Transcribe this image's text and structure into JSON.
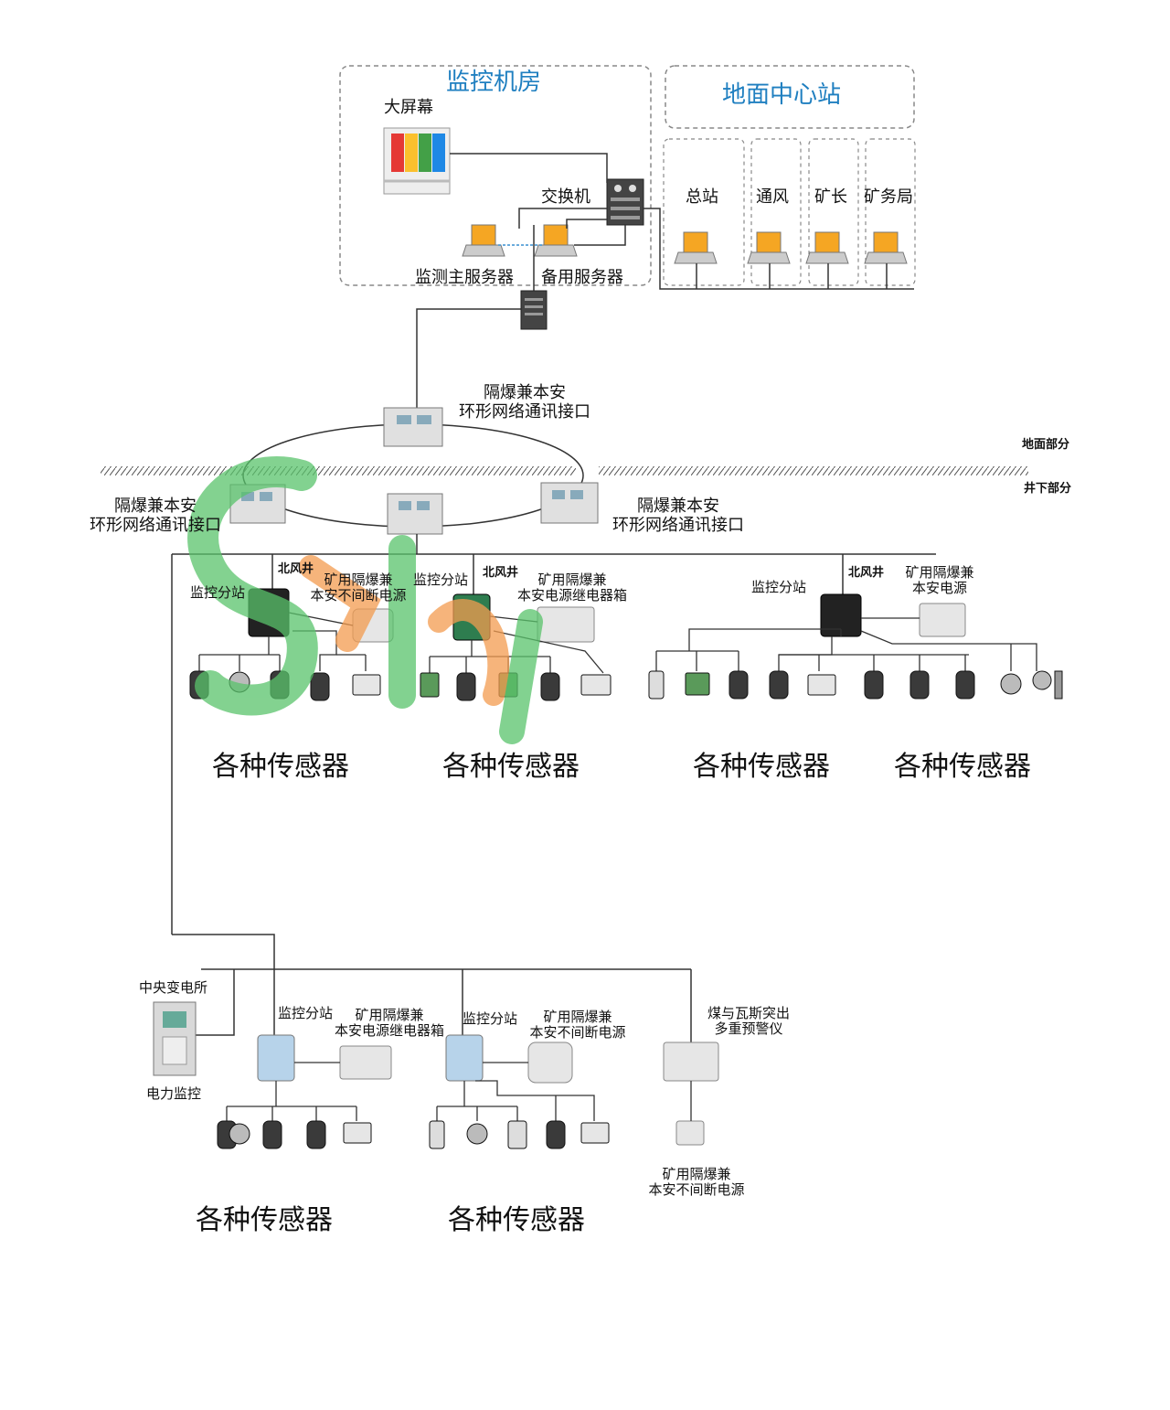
{
  "top": {
    "monitor_room_title": "监控机房",
    "big_screen": "大屏幕",
    "switch": "交换机",
    "main_server": "监测主服务器",
    "backup_server": "备用服务器",
    "ground_center_title": "地面中心站",
    "stations": [
      "总站",
      "通风",
      "矿长",
      "矿务局"
    ]
  },
  "ring": {
    "interface_top": [
      "隔爆兼本安",
      "环形网络通讯接口"
    ],
    "interface_left": [
      "隔爆兼本安",
      "环形网络通讯接口"
    ],
    "interface_right": [
      "隔爆兼本安",
      "环形网络通讯接口"
    ],
    "ground_part": "地面部分",
    "underground_part": "井下部分"
  },
  "upper_branch": {
    "substation_1": "监控分站",
    "north_shaft_1": "北风井",
    "power_1": [
      "矿用隔爆兼",
      "本安不间断电源"
    ],
    "substation_2": "监控分站",
    "north_shaft_2": "北风井",
    "power_2": [
      "矿用隔爆兼",
      "本安电源继电器箱"
    ],
    "substation_3": "监控分站",
    "north_shaft_3": "北风井",
    "power_3": [
      "矿用隔爆兼",
      "本安电源"
    ],
    "sensors_labels": [
      "各种传感器",
      "各种传感器",
      "各种传感器",
      "各种传感器"
    ]
  },
  "lower_branch": {
    "central_substation": "中央变电所",
    "power_monitor": "电力监控",
    "substation_4": "监控分站",
    "power_4": [
      "矿用隔爆兼",
      "本安电源继电器箱"
    ],
    "substation_5": "监控分站",
    "power_5": [
      "矿用隔爆兼",
      "本安不间断电源"
    ],
    "warning": [
      "煤与瓦斯突出",
      "多重预警仪"
    ],
    "power_6": [
      "矿用隔爆兼",
      "本安不间断电源"
    ],
    "sensors_labels": [
      "各种传感器",
      "各种传感器"
    ]
  },
  "colors": {
    "title_blue": "#1f7fc0",
    "line": "#333333",
    "device_gray": "#d9d9d9",
    "device_dark": "#222222",
    "screen_colors": [
      "#e53935",
      "#fbc02d",
      "#43a047",
      "#1e88e5"
    ],
    "watermark_green": "#59c36b",
    "watermark_orange": "#f39c50"
  }
}
